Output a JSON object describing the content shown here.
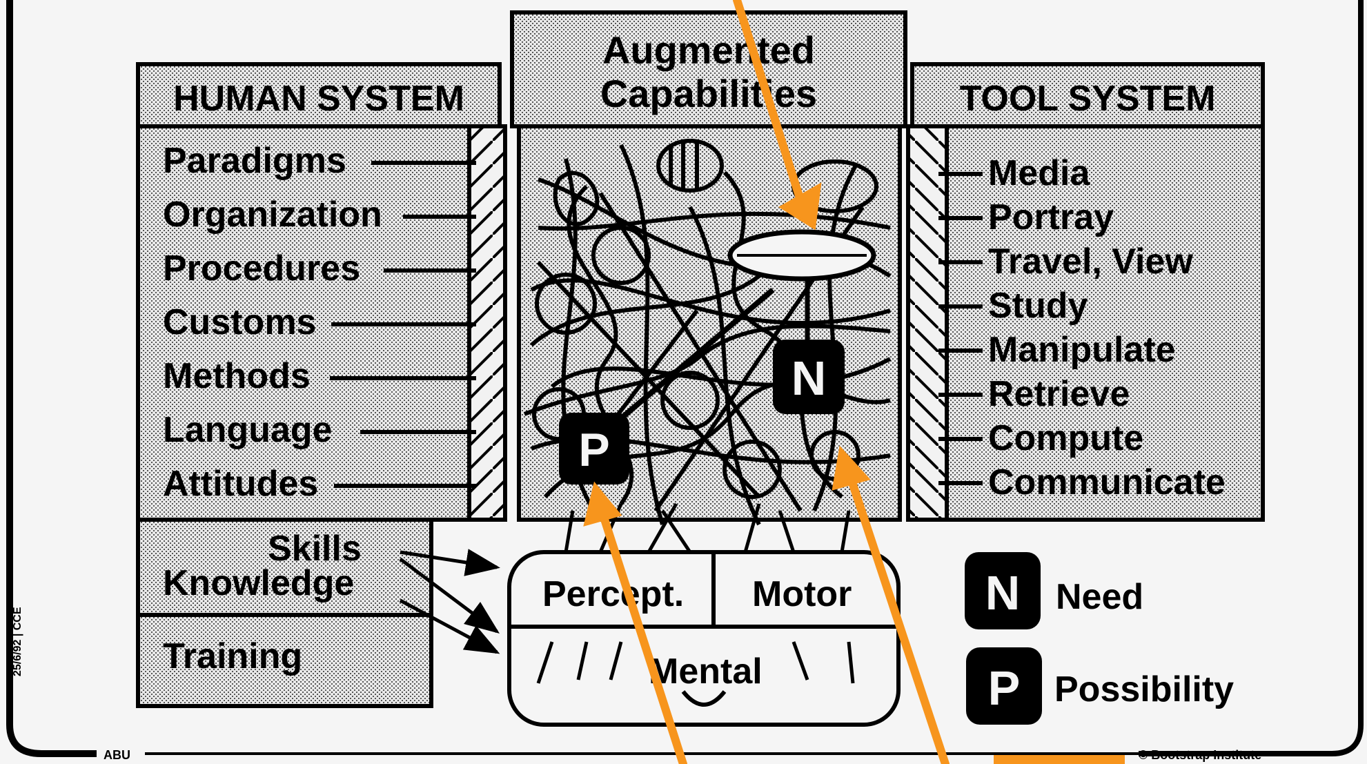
{
  "human_system": {
    "header": "HUMAN SYSTEM",
    "items": [
      "Paradigms",
      "Organization",
      "Procedures",
      "Customs",
      "Methods",
      "Language",
      "Attitudes"
    ]
  },
  "augmented": {
    "header_line1": "Augmented",
    "header_line2": "Capabilities"
  },
  "tool_system": {
    "header": "TOOL SYSTEM",
    "items": [
      "Media",
      "Portray",
      "Travel, View",
      "Study",
      "Manipulate",
      "Retrieve",
      "Compute",
      "Communicate"
    ]
  },
  "lower_left": {
    "skills": "Skills",
    "knowledge": "Knowledge",
    "training": "Training"
  },
  "capability_box": {
    "percept": "Percept.",
    "motor": "Motor",
    "mental": "Mental"
  },
  "nodes": {
    "need_glyph": "N",
    "possibility_glyph": "P"
  },
  "legend": {
    "need_glyph": "N",
    "need_label": "Need",
    "possibility_glyph": "P",
    "possibility_label": "Possibility"
  },
  "footer": {
    "left_tag": "ABU",
    "right_tag": "© Bootstrap Institute",
    "side_text": "25/6/92 | CCE"
  },
  "colors": {
    "arrow": "#f7951d",
    "ink": "#000000",
    "paper": "#f5f5f5"
  }
}
